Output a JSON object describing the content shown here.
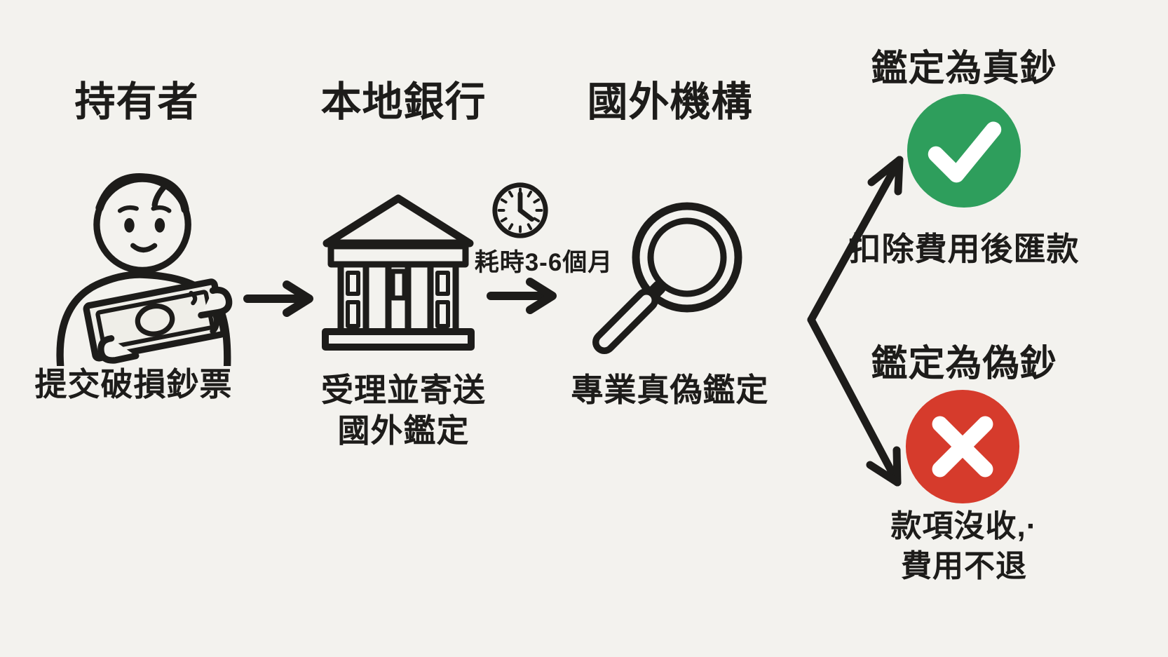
{
  "page": {
    "background": "#f3f2ee",
    "ink": "#1d1c1a",
    "success_color": "#2e9e5c",
    "failure_color": "#d63b2c"
  },
  "steps": {
    "holder": {
      "title": "持有者",
      "label": "提交破損鈔票"
    },
    "bank": {
      "title": "本地銀行",
      "label_line1": "受理並寄送",
      "label_line2": "國外鑑定"
    },
    "foreign": {
      "title": "國外機構",
      "label": "專業真偽鑑定"
    }
  },
  "duration": {
    "note": "耗時3-6個月"
  },
  "outcomes": {
    "genuine": {
      "title": "鑑定為真鈔",
      "result": "扣除費用後匯款",
      "color": "#2e9e5c"
    },
    "counterfeit": {
      "title": "鑑定為偽鈔",
      "result_line1": "款項沒收,·",
      "result_line2": "費用不退",
      "color": "#d63b2c"
    }
  },
  "icons": {
    "holder": "person-holding-banknote-icon",
    "bank": "bank-building-icon",
    "clock": "clock-icon",
    "foreign": "magnifier-icon",
    "genuine": "check-circle-icon",
    "counterfeit": "x-circle-icon"
  }
}
